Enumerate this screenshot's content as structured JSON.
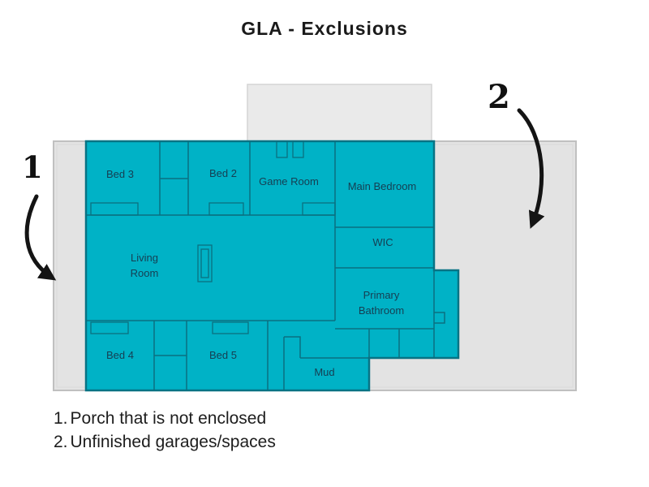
{
  "title": "GLA - Exclusions",
  "floorplan": {
    "rooms": {
      "bed3": "Bed 3",
      "bed2": "Bed 2",
      "game_room": "Game Room",
      "main_bedroom": "Main Bedroom",
      "living_line1": "Living",
      "living_line2": "Room",
      "wic": "WIC",
      "primary_line1": "Primary",
      "primary_line2": "Bathroom",
      "bed4": "Bed 4",
      "bed5": "Bed 5",
      "mud": "Mud"
    },
    "colors": {
      "gla_fill": "#00b2c6",
      "wall_line": "#0b7080",
      "exclusion_fill": "#e3e3e3",
      "exclusion_fill_light": "#eaeaea",
      "exclusion_border": "#c0c0c0",
      "room_label": "#163e52",
      "annotation": "#111111"
    }
  },
  "annotations": {
    "marker_1": "1",
    "marker_2": "2"
  },
  "legend": {
    "items": [
      {
        "number": "1.",
        "text": "Porch that is not enclosed"
      },
      {
        "number": "2.",
        "text": "Unfinished garages/spaces"
      }
    ]
  }
}
